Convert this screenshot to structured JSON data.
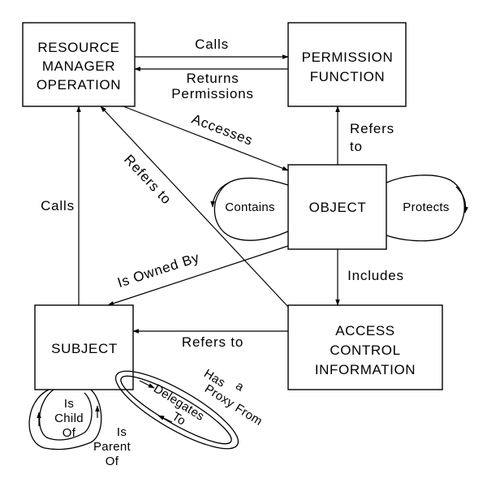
{
  "nodes": {
    "resource_manager_operation": [
      "RESOURCE",
      "MANAGER",
      "OPERATION"
    ],
    "permission_function": [
      "PERMISSION",
      "FUNCTION"
    ],
    "object": [
      "OBJECT"
    ],
    "subject": [
      "SUBJECT"
    ],
    "access_control_information": [
      "ACCESS",
      "CONTROL",
      "INFORMATION"
    ]
  },
  "edges": {
    "calls_rmo_to_pf": "Calls",
    "returns_permissions": [
      "Returns",
      "Permissions"
    ],
    "accesses": "Accesses",
    "pf_refers_to_object": [
      "Refers",
      "to"
    ],
    "aci_refers_to_rmo": "Refers to",
    "subject_calls_rmo": "Calls",
    "is_owned_by": "Is Owned By",
    "includes": "Includes",
    "aci_refers_to_subject": "Refers to"
  },
  "loops": {
    "contains": "Contains",
    "protects": "Protects",
    "is_child_of": [
      "Is",
      "Child",
      "Of"
    ],
    "is_parent_of": [
      "Is",
      "Parent",
      "Of"
    ],
    "delegates_to": [
      "Delegates",
      "To"
    ],
    "has_a_proxy_from": [
      "Has",
      "a",
      "Proxy",
      "From"
    ]
  }
}
